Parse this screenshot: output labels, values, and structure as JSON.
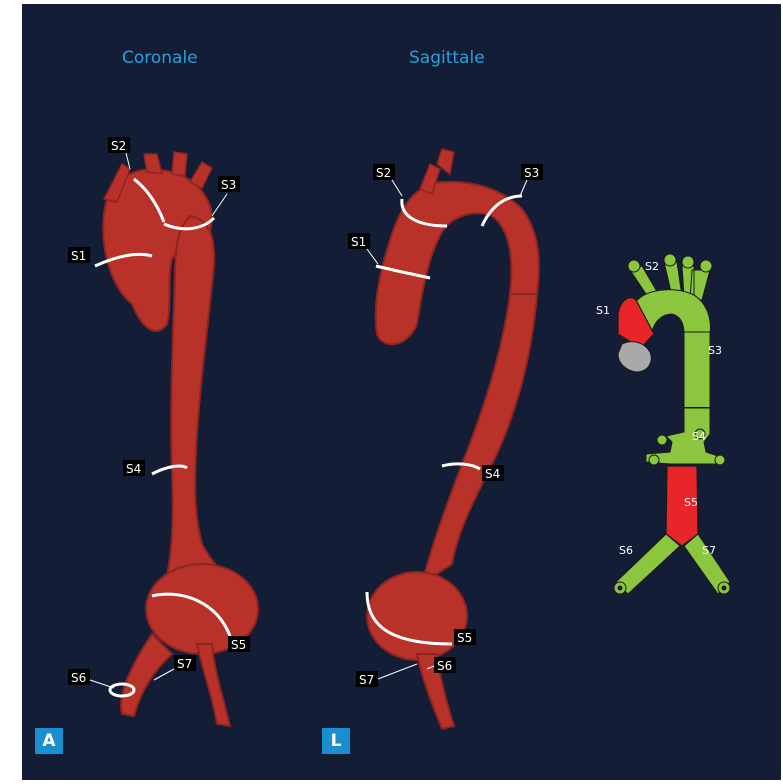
{
  "views": {
    "coronal_title": "Coronale",
    "sagittal_title": "Sagittale"
  },
  "orientation": {
    "left_badge": "A",
    "right_badge": "L"
  },
  "segment_labels": {
    "s1": "S1",
    "s2": "S2",
    "s3": "S3",
    "s4": "S4",
    "s5": "S5",
    "s6": "S6",
    "s7": "S7"
  },
  "colors": {
    "background": "#141d36",
    "title": "#2aa0d8",
    "vessel": "#b8322a",
    "ring": "#ffffff",
    "schema_green": "#8cc63f",
    "schema_red": "#e8262a",
    "schema_gray": "#a9a9a9"
  }
}
